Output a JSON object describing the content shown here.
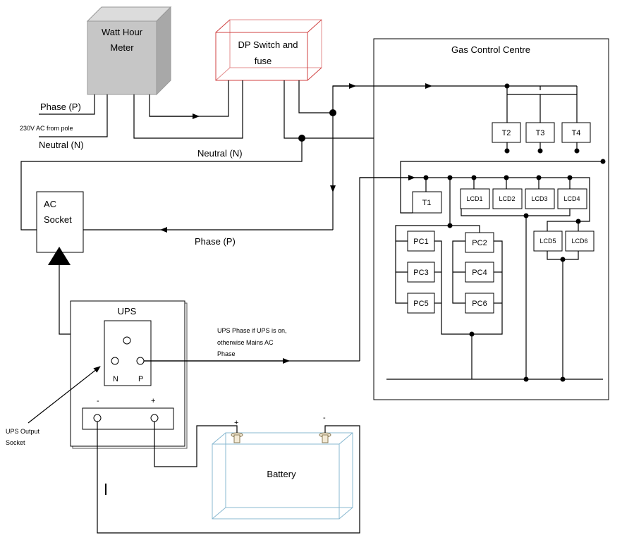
{
  "meter": {
    "label_line1": "Watt Hour",
    "label_line2": "Meter",
    "color": "#c6c6c6"
  },
  "dp_switch": {
    "label_line1": "DP Switch and",
    "label_line2": "fuse",
    "color": "#e08080"
  },
  "supply": {
    "phase": "Phase (P)",
    "ac_from_pole": "230V AC from pole",
    "neutral": "Neutral (N)"
  },
  "neutral_label": "Neutral (N)",
  "phase_label": "Phase (P)",
  "ac_socket": {
    "line1": "AC",
    "line2": "Socket"
  },
  "gcc": {
    "title": "Gas Control Centre",
    "t_boxes": [
      "T2",
      "T3",
      "T4"
    ],
    "t1": "T1",
    "lcds_top": [
      "LCD1",
      "LCD2",
      "LCD3",
      "LCD4"
    ],
    "lcds_bottom": [
      "LCD5",
      "LCD6"
    ],
    "pcs": [
      "PC1",
      "PC2",
      "PC3",
      "PC4",
      "PC5",
      "PC6"
    ]
  },
  "ups": {
    "title": "UPS",
    "n": "N",
    "p": "P",
    "minus": "-",
    "plus": "+"
  },
  "ups_phase_note": {
    "line1": "UPS Phase if UPS is on,",
    "line2": "otherwise Mains AC",
    "line3": "Phase"
  },
  "ups_output": {
    "line1": "UPS Output",
    "line2": "Socket"
  },
  "battery": {
    "label": "Battery",
    "plus": "+",
    "minus": "-",
    "color": "#88b8d0"
  }
}
